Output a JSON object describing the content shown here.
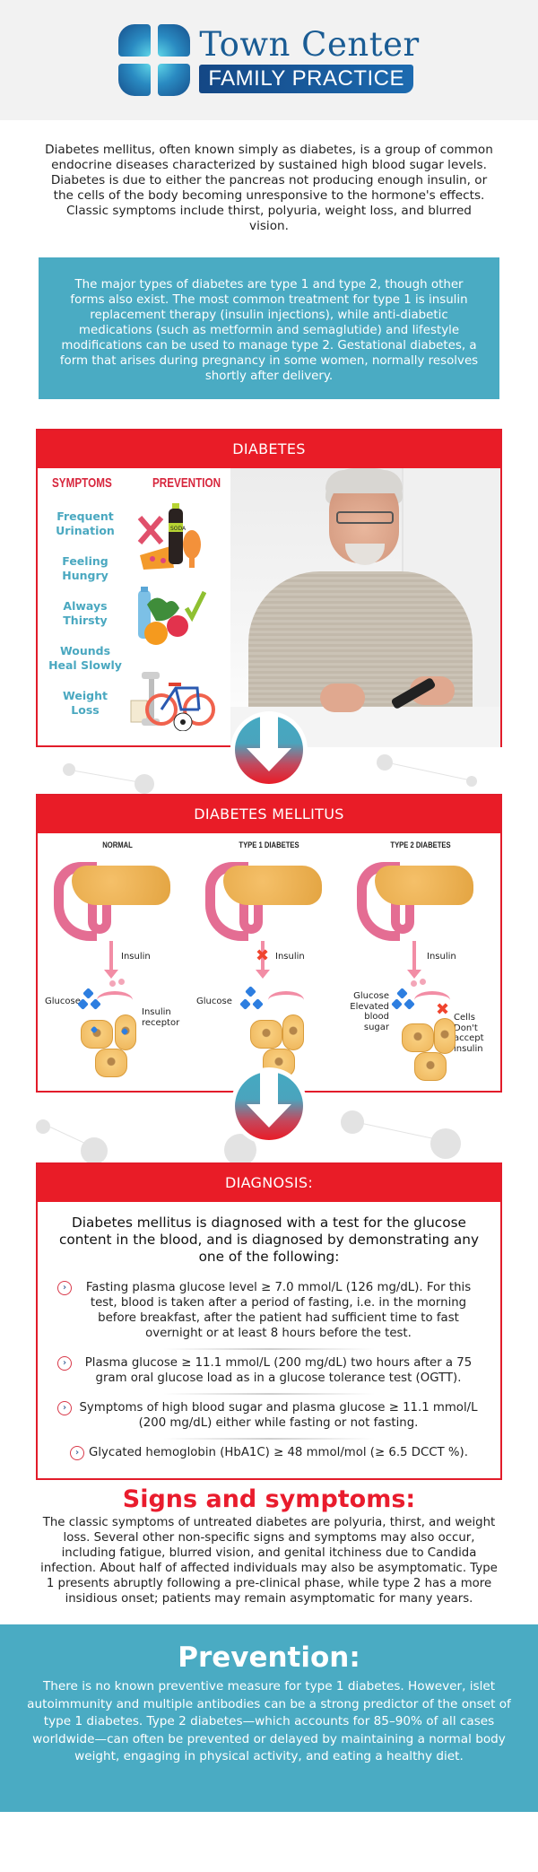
{
  "header": {
    "logo_title": "Town Center",
    "logo_subtitle": "FAMILY PRACTICE",
    "logo_icon": "medical-cross-icon"
  },
  "intro": {
    "text": "Diabetes mellitus, often known simply as diabetes, is a group of common endocrine diseases characterized by sustained high blood sugar levels. Diabetes is due to either the pancreas not producing enough insulin, or the cells of the body becoming unresponsive to the hormone's effects. Classic symptoms include thirst, polyuria, weight loss, and blurred vision."
  },
  "types_box": {
    "text": "The major types of diabetes are type 1 and type 2, though other forms also exist. The most common treatment for type 1 is insulin replacement therapy (insulin injections), while anti-diabetic medications (such as metformin and semaglutide) and lifestyle modifications can be used to manage type 2. Gestational diabetes, a form that arises during pregnancy in some women, normally resolves shortly after delivery."
  },
  "diabetes_card": {
    "title": "DIABETES",
    "symptoms_header": "SYMPTOMS",
    "prevention_header": "PREVENTION",
    "symptoms": [
      "Frequent Urination",
      "Feeling Hungry",
      "Always Thirsty",
      "Wounds Heal Slowly",
      "Weight Loss"
    ],
    "prevention_icons": [
      "junk-food-crossed-icon",
      "healthy-food-check-icon",
      "exercise-equipment-icon"
    ],
    "soda_label": "SODA",
    "photo": "man-testing-blood-glucose-photo"
  },
  "mellitus_card": {
    "title": "DIABETES MELLITUS",
    "panels": [
      {
        "title": "NORMAL",
        "insulin": "Insulin",
        "glucose": "Glucose",
        "note": "Insulin receptor"
      },
      {
        "title": "TYPE 1 DIABETES",
        "insulin": "Insulin",
        "glucose": "Glucose",
        "note": ""
      },
      {
        "title": "TYPE 2 DIABETES",
        "insulin": "Insulin",
        "glucose": "Glucose Elevated blood sugar",
        "note": "Cells Don't accept insulin"
      }
    ]
  },
  "diagnosis_card": {
    "title": "DIAGNOSIS:",
    "intro": "Diabetes mellitus is diagnosed with a test for the glucose content in the blood, and is diagnosed by demonstrating any one of the following:",
    "items": [
      "Fasting plasma glucose level ≥ 7.0 mmol/L (126 mg/dL). For this test, blood is taken after a period of fasting, i.e. in the morning before breakfast, after the patient had sufficient time to fast overnight or at least 8 hours before the test.",
      "Plasma glucose ≥ 11.1 mmol/L (200 mg/dL) two hours after a 75 gram oral glucose load as in a glucose tolerance test (OGTT).",
      "Symptoms of high blood sugar and plasma glucose ≥ 11.1 mmol/L (200 mg/dL) either while fasting or not fasting.",
      "Glycated hemoglobin (HbA1C) ≥ 48 mmol/mol (≥ 6.5 DCCT %)."
    ],
    "bullet_glyph": "›"
  },
  "signs": {
    "title": "Signs and symptoms:",
    "text": "The classic symptoms of untreated diabetes are polyuria, thirst, and weight loss. Several other non-specific signs and symptoms may also occur, including fatigue, blurred vision, and genital itchiness due to Candida infection. About half of affected individuals may also be asymptomatic. Type 1 presents abruptly following a pre-clinical phase, while type 2 has a more insidious onset; patients may remain asymptomatic for many years."
  },
  "prevention": {
    "title": "Prevention:",
    "text": "There is no known preventive measure for type 1 diabetes. However, islet autoimmunity and multiple antibodies can be a strong predictor of the onset of type 1 diabetes. Type 2 diabetes—which accounts for 85–90% of all cases worldwide—can often be prevented or delayed by maintaining a normal body weight, engaging in physical activity, and eating a healthy diet."
  },
  "colors": {
    "brand_red": "#e91c27",
    "brand_teal": "#4aabc3",
    "logo_blue": "#1a5c94",
    "symptom_teal": "#4aa8c0"
  }
}
